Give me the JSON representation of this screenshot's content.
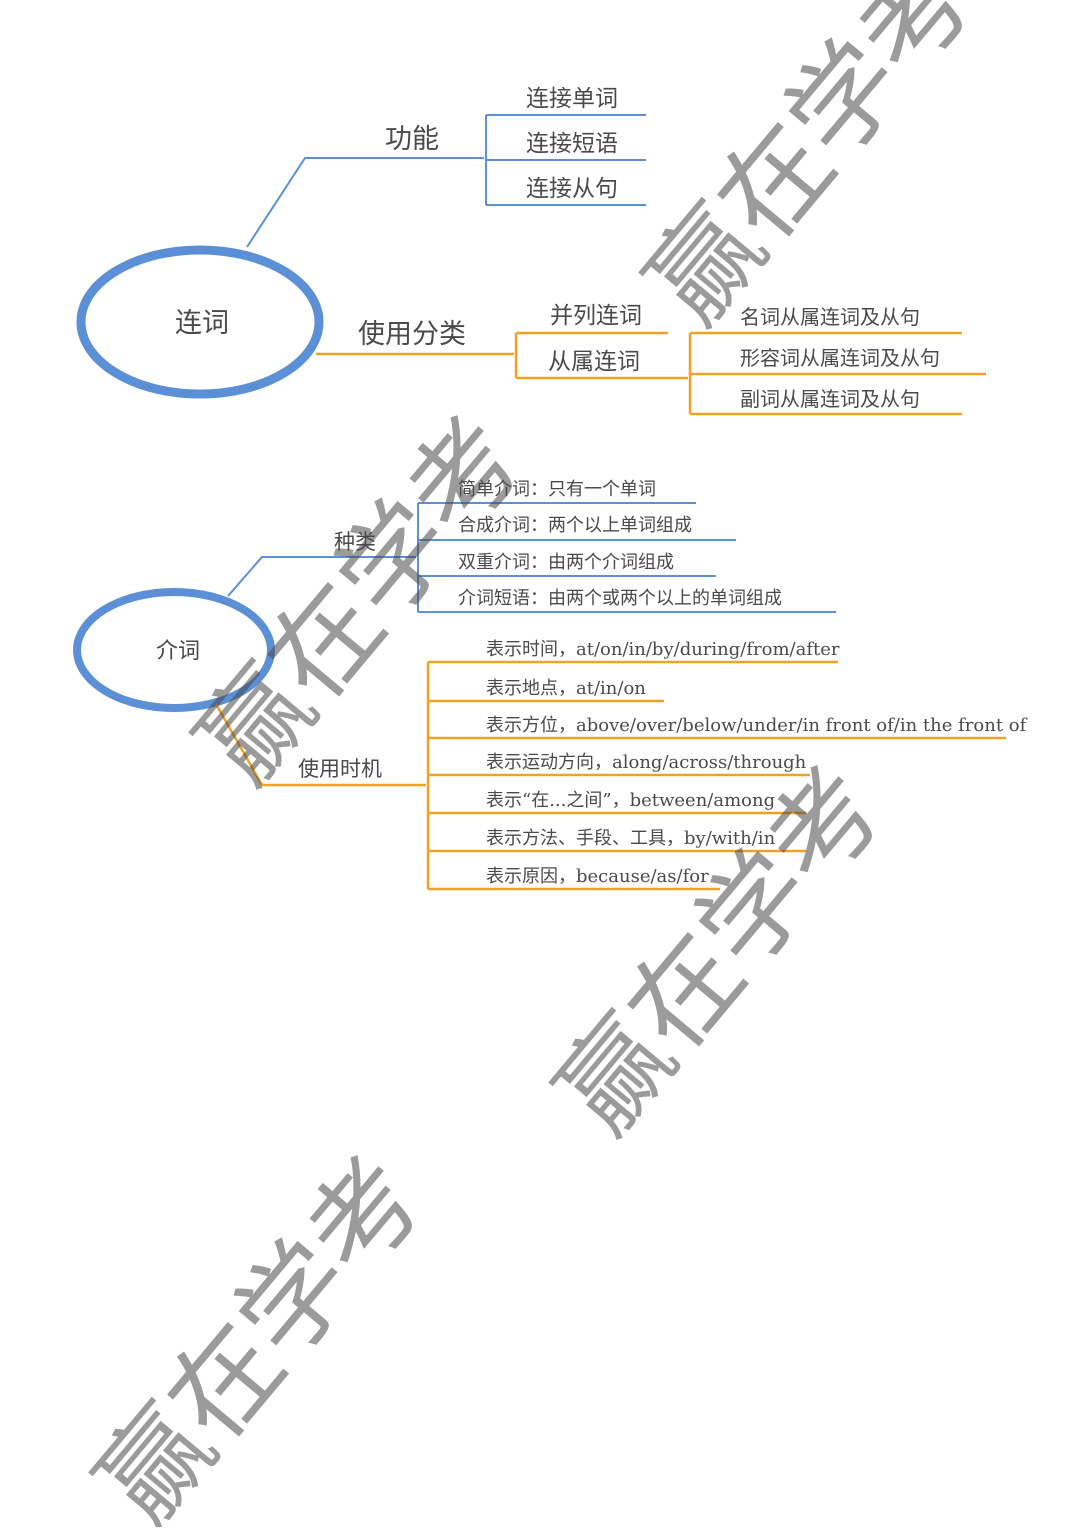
{
  "colors": {
    "blue": "#5b8fd6",
    "orange": "#f0a323",
    "text": "#4a4a4a",
    "watermark": "#d2d2d2"
  },
  "watermark": "赢在学考",
  "conjunction": {
    "root": "连词",
    "function": {
      "label": "功能",
      "items": [
        "连接单词",
        "连接短语",
        "连接从句"
      ]
    },
    "classification": {
      "label": "使用分类",
      "coordinate": "并列连词",
      "subordinate": {
        "label": "从属连词",
        "items": [
          "名词从属连词及从句",
          "形容词从属连词及从句",
          "副词从属连词及从句"
        ]
      }
    }
  },
  "preposition": {
    "root": "介词",
    "types": {
      "label": "种类",
      "items": [
        "简单介词：只有一个单词",
        "合成介词：两个以上单词组成",
        "双重介词：由两个介词组成",
        "介词短语：由两个或两个以上的单词组成"
      ]
    },
    "usage": {
      "label": "使用时机",
      "items": [
        "表示时间，at/on/in/by/during/from/after",
        "表示地点，at/in/on",
        "表示方位，above/over/below/under/in front of/in the front of",
        "表示运动方向，along/across/through",
        "表示“在...之间”，between/among",
        "表示方法、手段、工具，by/with/in",
        "表示原因，because/as/for"
      ]
    }
  }
}
